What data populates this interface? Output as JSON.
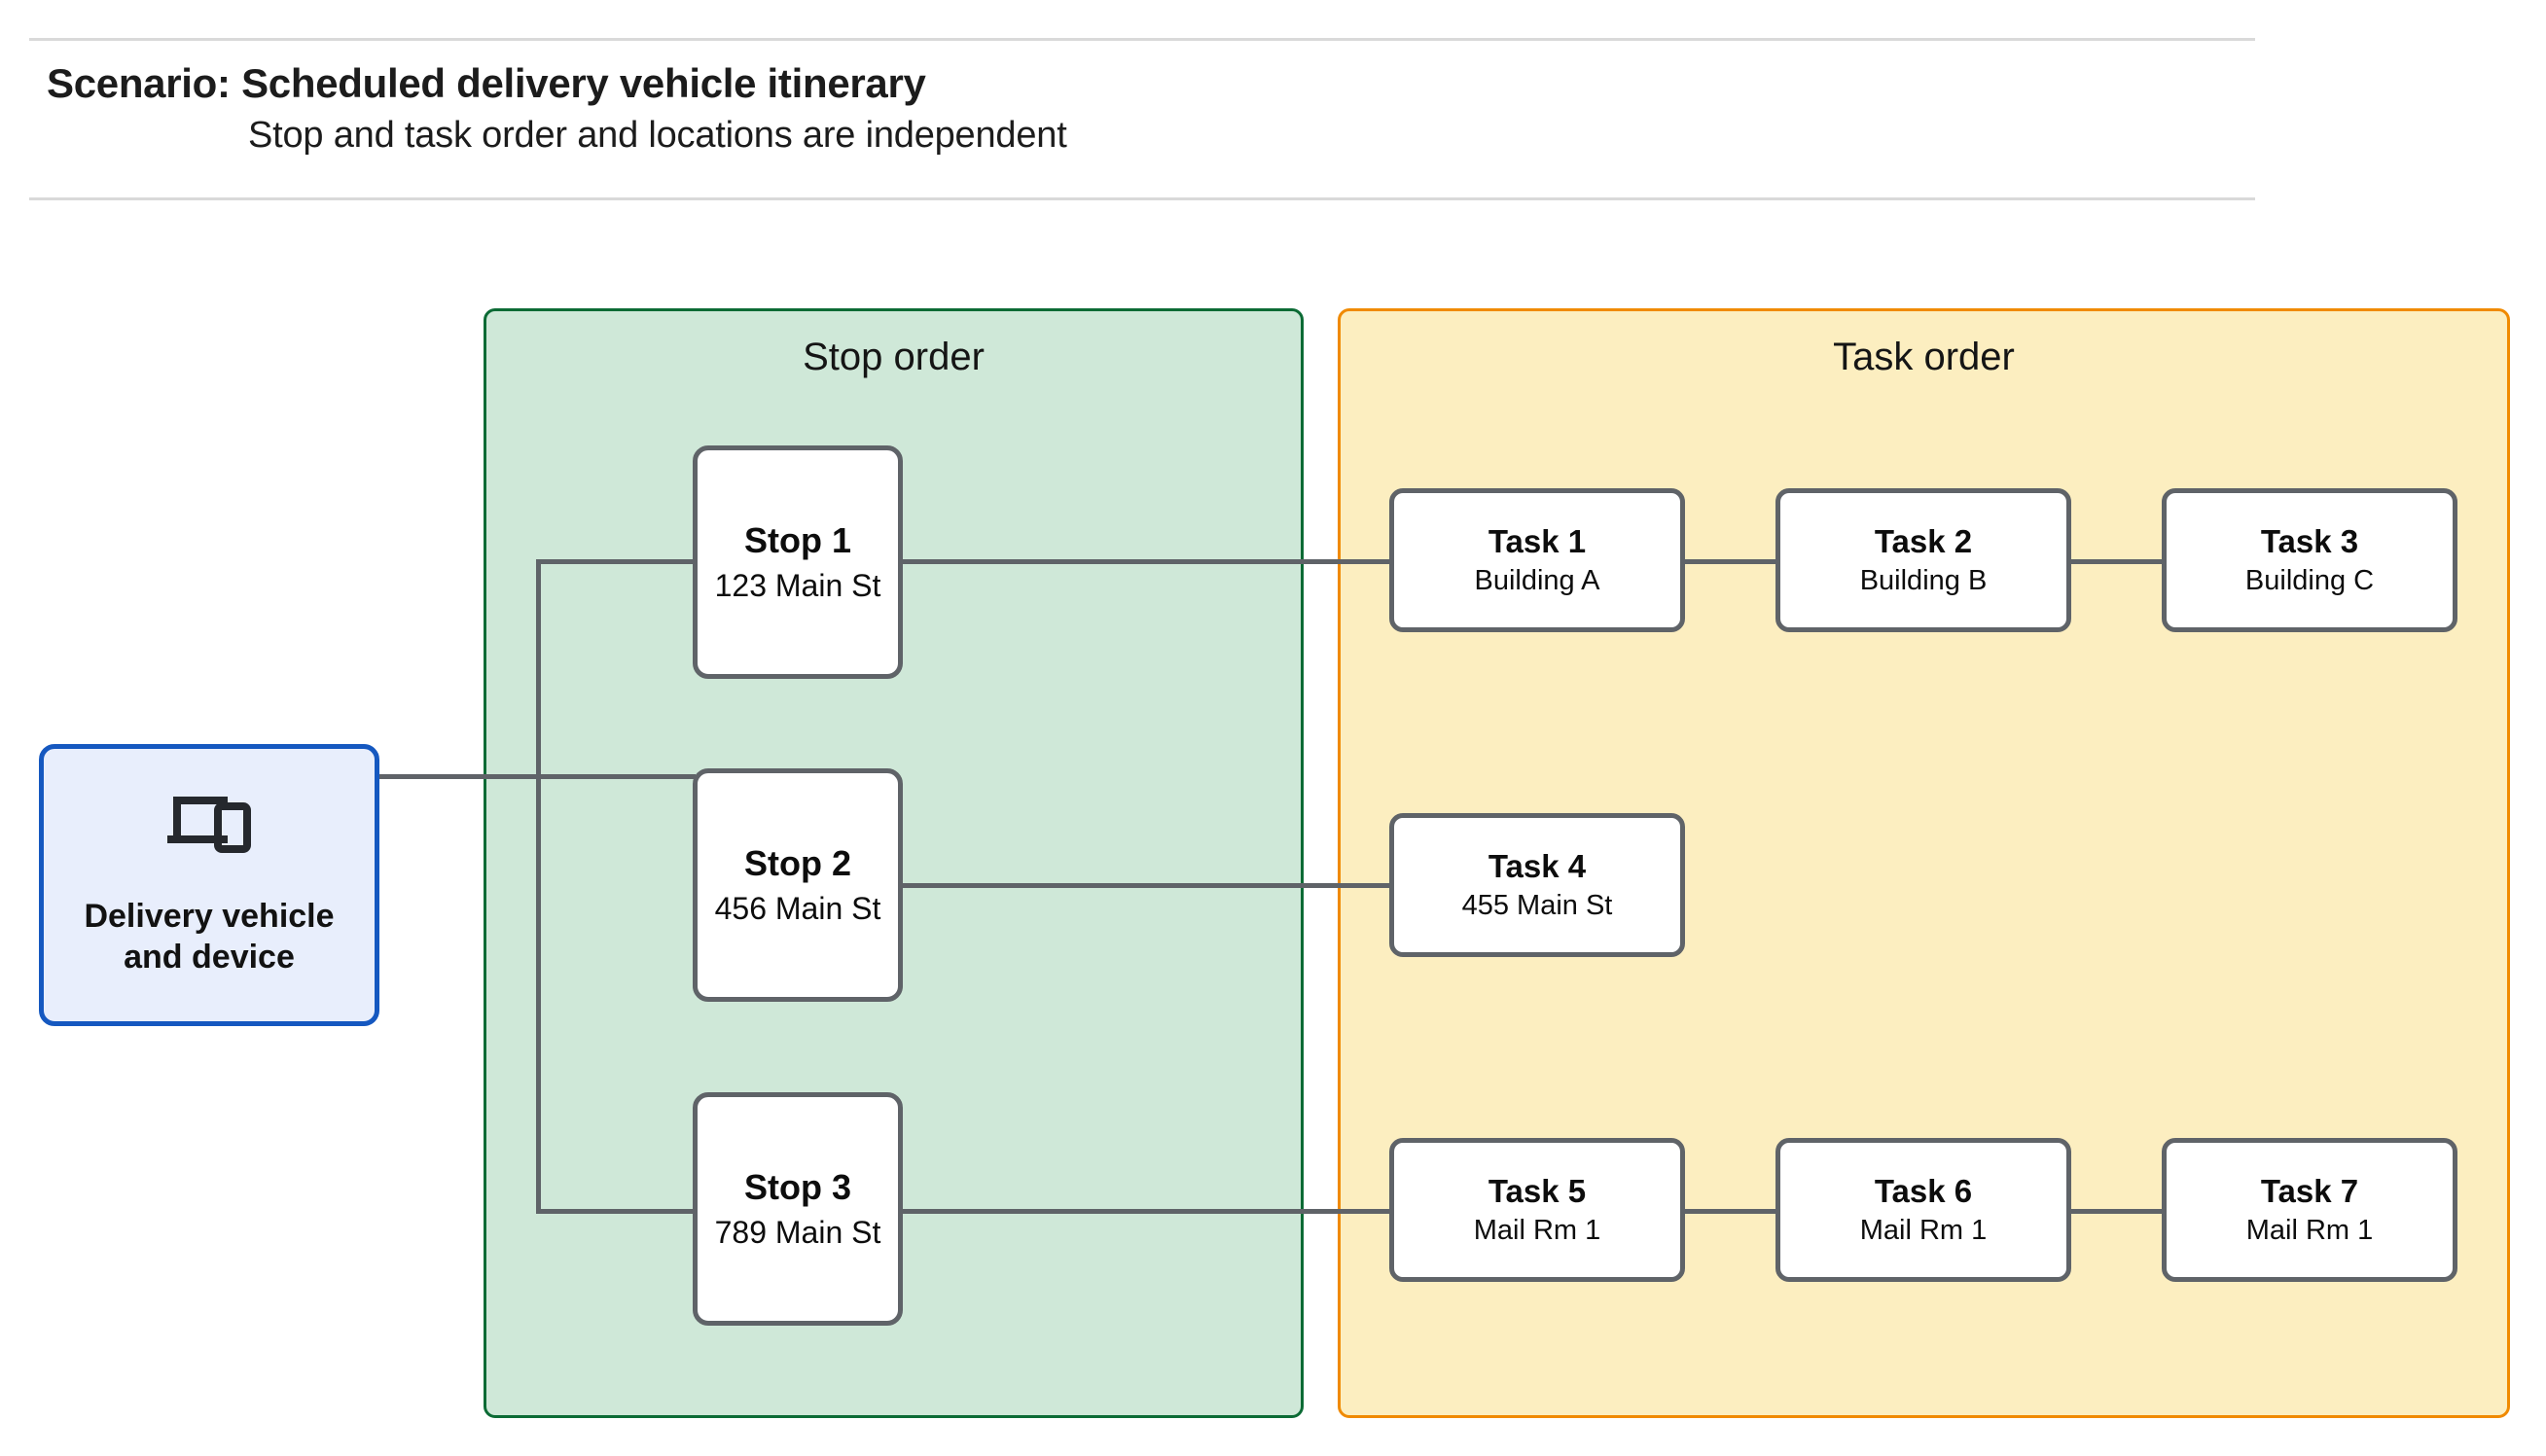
{
  "header": {
    "title": "Scenario: Scheduled delivery vehicle itinerary",
    "subtitle": "Stop and task order and locations are independent"
  },
  "vehicle": {
    "icon": "devices-icon",
    "line1": "Delivery vehicle",
    "line2": "and device"
  },
  "groups": {
    "stop": {
      "title": "Stop order"
    },
    "task": {
      "title": "Task order"
    }
  },
  "stops": [
    {
      "title": "Stop 1",
      "address": "123 Main St"
    },
    {
      "title": "Stop 2",
      "address": "456 Main St"
    },
    {
      "title": "Stop 3",
      "address": "789 Main St"
    }
  ],
  "tasks": [
    {
      "title": "Task 1",
      "location": "Building A"
    },
    {
      "title": "Task 2",
      "location": "Building B"
    },
    {
      "title": "Task 3",
      "location": "Building C"
    },
    {
      "title": "Task 4",
      "location": "455 Main St"
    },
    {
      "title": "Task 5",
      "location": "Mail Rm 1"
    },
    {
      "title": "Task 6",
      "location": "Mail Rm 1"
    },
    {
      "title": "Task 7",
      "location": "Mail Rm 1"
    }
  ],
  "colors": {
    "stop_group_fill": "#CFE8D8",
    "stop_group_border": "#0c6b35",
    "task_group_fill": "#FCEEC0",
    "task_group_border": "#f08a00",
    "vehicle_fill": "#E8EEFC",
    "vehicle_border": "#1558c0",
    "node_border": "#5f6368",
    "connector": "#5f6368",
    "rule": "#d9d9d9"
  }
}
